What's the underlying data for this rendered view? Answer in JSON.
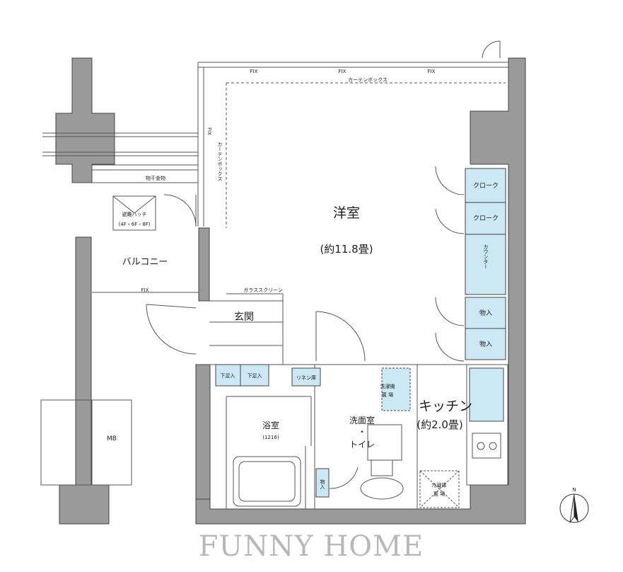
{
  "rooms": {
    "western_room": "洋室",
    "western_size": "(約11.8畳)",
    "balcony": "バルコニー",
    "entrance": "玄関",
    "bathroom": "浴室",
    "bath_size": "(1216)",
    "washroom": "洗面室",
    "dot": "・",
    "toilet": "トイレ",
    "kitchen": "キッチン",
    "kitchen_size": "(約2.0畳)",
    "mb": "MB"
  },
  "storage": {
    "cloak1": "クローク",
    "cloak2": "クローク",
    "counter": "カウンター",
    "storage1": "物入",
    "storage2": "物入",
    "storage3": "物入",
    "shoe1": "下足入",
    "shoe2": "下足入",
    "linen": "リネン庫",
    "washer_1": "洗濯機",
    "washer_2": "置 場",
    "fridge_1": "冷蔵庫",
    "fridge_2": "置 場"
  },
  "annotations": {
    "fix_top1": "FIX",
    "fix_top2": "FIX",
    "fix_top3": "FIX",
    "fix_side": "FIX",
    "fix_balcony": "FIX",
    "curtain_top": "カーテンボックス",
    "curtain_side": "カーテンボックス",
    "clothes_hanger": "物干金物",
    "hatch": "避難ハッチ",
    "hatch_floors": "(4F・6F・8F)",
    "glass_screen": "ガラススクリーン"
  },
  "compass": {
    "label": "N"
  },
  "watermark": "FUNNY HOME"
}
